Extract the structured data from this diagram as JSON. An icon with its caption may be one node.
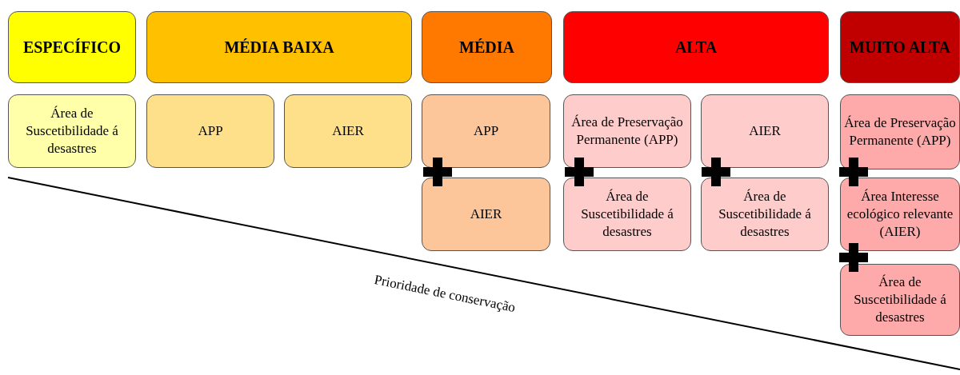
{
  "diagram": {
    "nodes": [
      {
        "text": [
          "ESPECÍFICO"
        ]
      },
      {
        "text": [
          "MÉDIA BAIXA"
        ]
      },
      {
        "text": [
          "MÉDIA"
        ]
      },
      {
        "text": [
          "ALTA"
        ]
      },
      {
        "text": [
          "MUITO ALTA"
        ]
      },
      {
        "text": [
          "Área de Suscetibilidade á desastres"
        ]
      },
      {
        "text": [
          "APP"
        ]
      },
      {
        "text": [
          "AIER"
        ]
      },
      {
        "text": [
          "APP"
        ]
      },
      {
        "text": [
          "Área de Preservação Permanente (APP)"
        ]
      },
      {
        "text": [
          "AIER"
        ]
      },
      {
        "text": [
          "Área de Preservação Permanente (APP)"
        ]
      },
      {
        "text": [
          "AIER"
        ]
      },
      {
        "text": [
          "Área de Suscetibilidade á desastres"
        ]
      },
      {
        "text": [
          "Área de Suscetibilidade á desastres"
        ]
      },
      {
        "text": [
          "Área Interesse ecológico relevante (AIER)"
        ]
      },
      {
        "text": [
          "Área de Suscetibilidade á desastres"
        ]
      }
    ],
    "edges": [],
    "labels": [
      "Prioridade de conservação"
    ]
  }
}
